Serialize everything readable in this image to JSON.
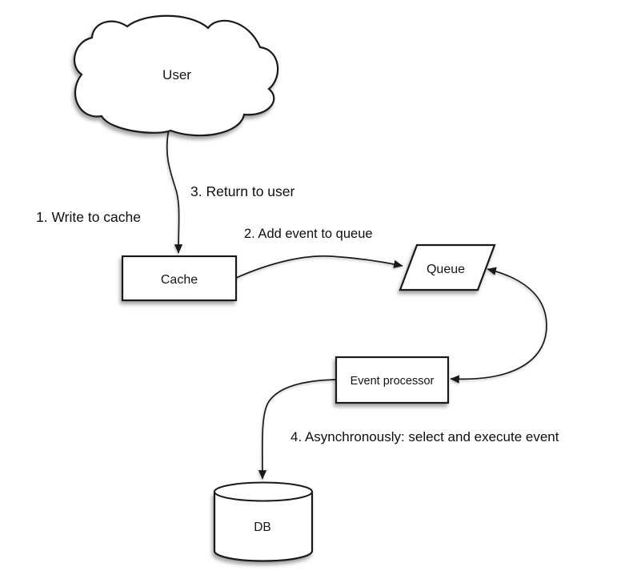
{
  "diagram": {
    "background_color": "#ffffff",
    "line_color": "#1a1a1a",
    "text_color": "#14141c",
    "nodes": {
      "user": {
        "label": "User",
        "shape": "cloud"
      },
      "cache": {
        "label": "Cache",
        "shape": "rectangle"
      },
      "queue": {
        "label": "Queue",
        "shape": "parallelogram"
      },
      "event_processor": {
        "label": "Event processor",
        "shape": "rectangle"
      },
      "db": {
        "label": "DB",
        "shape": "cylinder"
      }
    },
    "steps": {
      "step1": "1. Write to cache",
      "step2": "2. Add event to queue",
      "step3": "3. Return to user",
      "step4": "4. Asynchronously: select and execute event"
    },
    "edges": [
      {
        "from": "user",
        "to": "cache",
        "direction": "one-way",
        "step_labels": [
          "1. Write to cache",
          "3. Return to user"
        ]
      },
      {
        "from": "cache",
        "to": "queue",
        "direction": "one-way",
        "step_labels": [
          "2. Add event to queue"
        ]
      },
      {
        "from": "queue",
        "to": "event_processor",
        "direction": "two-way",
        "step_labels": []
      },
      {
        "from": "event_processor",
        "to": "db",
        "direction": "one-way",
        "step_labels": [
          "4. Asynchronously: select and execute event"
        ]
      }
    ]
  }
}
